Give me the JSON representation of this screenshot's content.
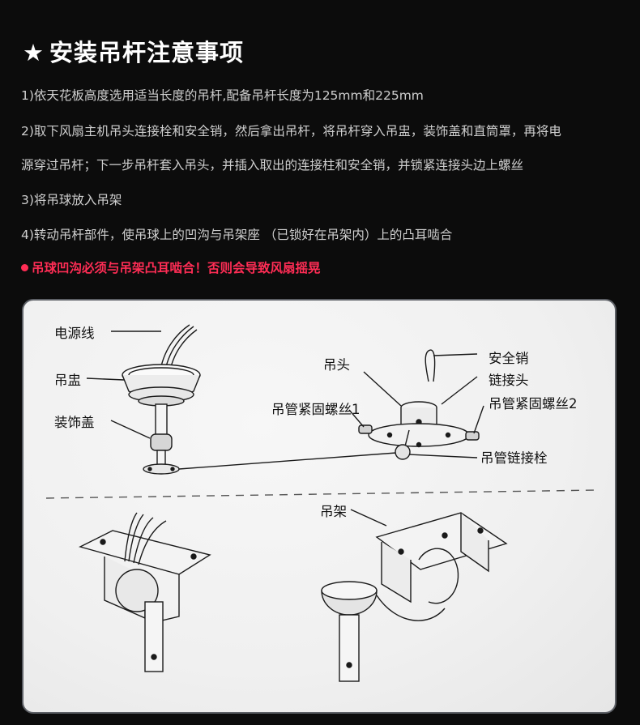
{
  "header": {
    "star": "★",
    "title": "安装吊杆注意事项"
  },
  "steps": [
    "1)依天花板高度选用适当长度的吊杆,配备吊杆长度为125mm和225mm",
    "2)取下风扇主机吊头连接栓和安全销，然后拿出吊杆，将吊杆穿入吊盅，装饰盖和直筒罩，再将电",
    "源穿过吊杆；下一步吊杆套入吊头，并插入取出的连接柱和安全销，并锁紧连接头边上螺丝",
    "3)将吊球放入吊架",
    "4)转动吊杆部件，使吊球上的凹沟与吊架座 （已锁好在吊架内）上的凸耳啮合"
  ],
  "warning": "吊球凹沟必须与吊架凸耳啮合！否则会导致风扇摇晃",
  "diagram": {
    "labels": {
      "power_cord": "电源线",
      "canopy": "吊盅",
      "decorative_cover": "装饰盖",
      "hanger_head": "吊头",
      "safety_pin": "安全销",
      "connector_head": "链接头",
      "set_screw_1": "吊管紧固螺丝1",
      "set_screw_2": "吊管紧固螺丝2",
      "pipe_link_bolt": "吊管链接栓",
      "hanger_bracket": "吊架"
    },
    "colors": {
      "panel_bg": "#f0f0f0",
      "line": "#1a1a1a",
      "warning": "#ff2d55"
    }
  }
}
